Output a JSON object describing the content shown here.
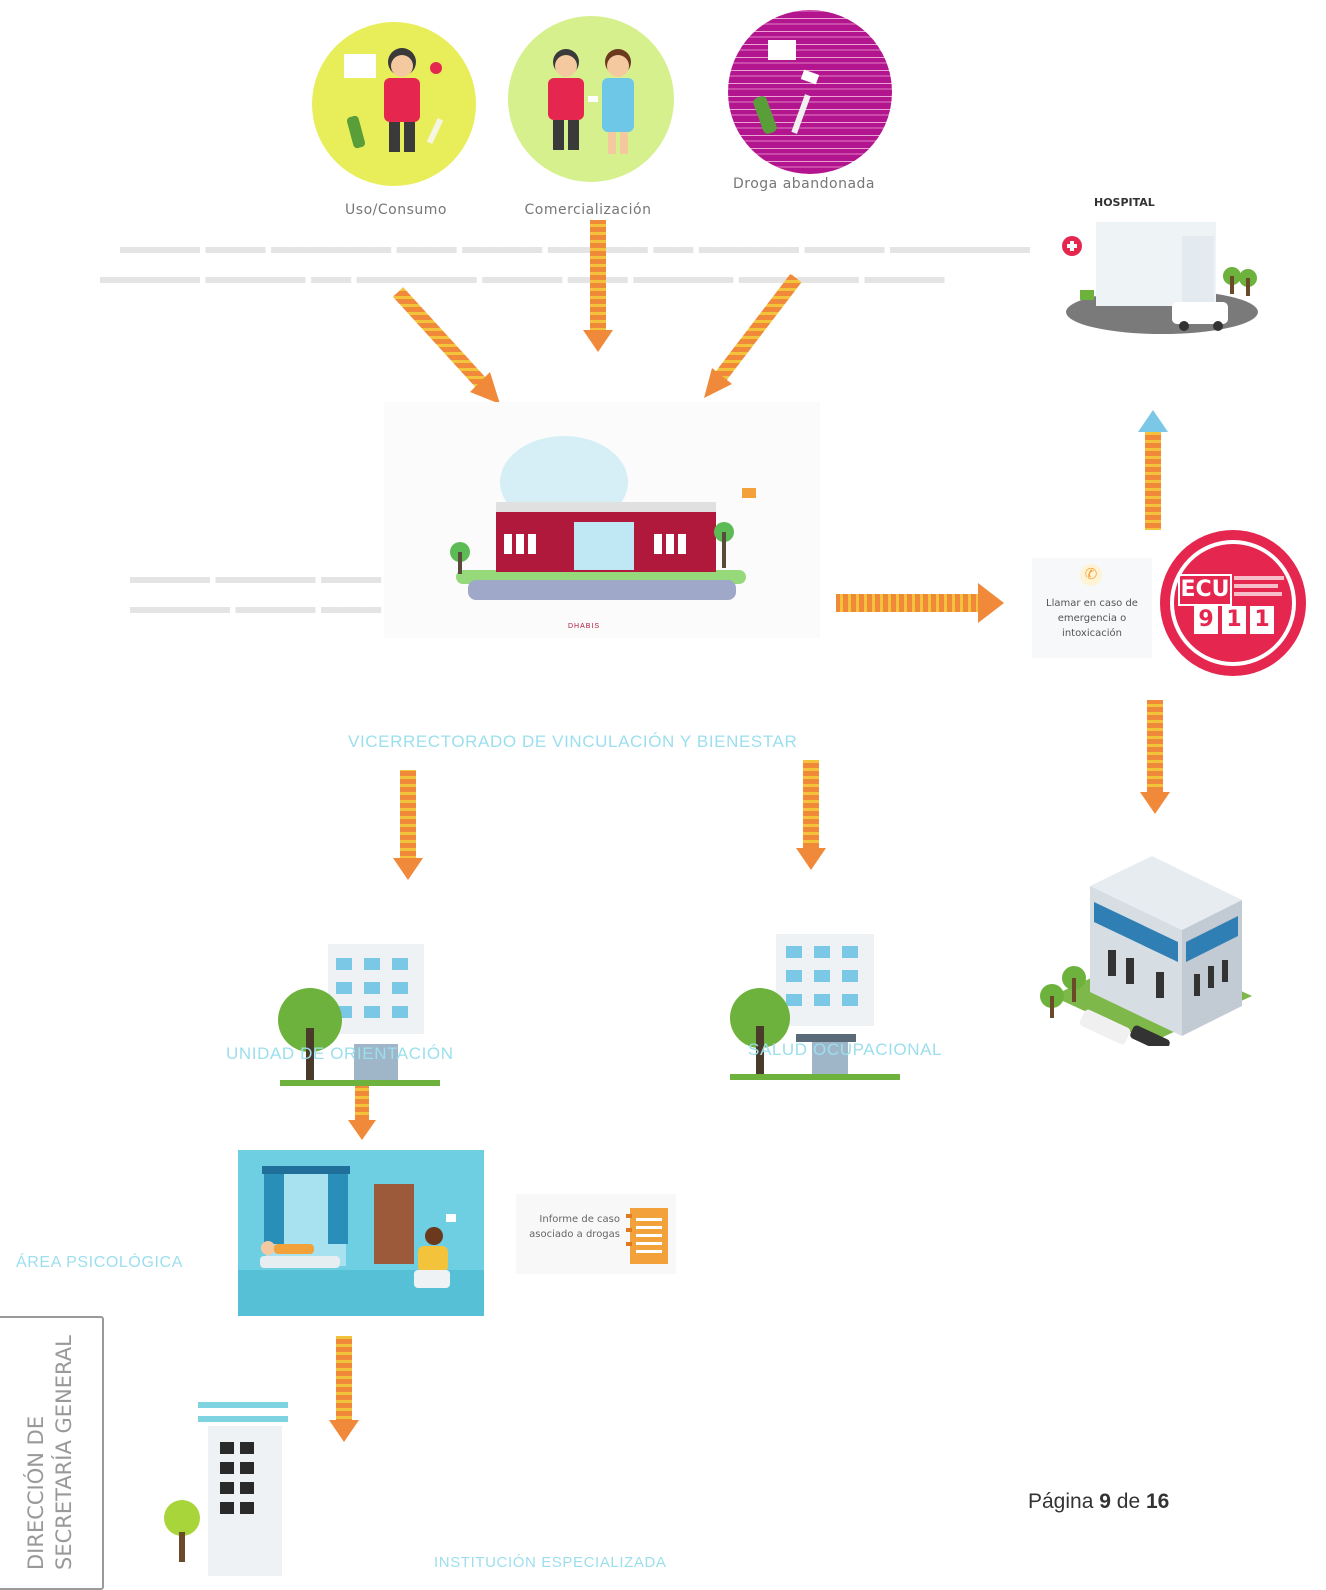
{
  "top_options": {
    "uso": "Uso/Consumo",
    "comercializacion": "Comercialización",
    "droga": "Droga abandonada"
  },
  "hospital": {
    "label": "HOSPITAL"
  },
  "building_sign": "DHABIS",
  "emergency": {
    "call_text": "Llamar en caso de emergencia o intoxicación",
    "ecu_label": "ECU",
    "number": [
      "9",
      "1",
      "1"
    ]
  },
  "vicerrectorado": "VICERRECTORADO DE VINCULACIÓN Y BIENESTAR",
  "unidad": "UNIDAD DE ORIENTACIÓN",
  "salud": "SALUD OCUPACIONAL",
  "area_psicologica": "ÁREA PSICOLÓGICA",
  "informe": "Informe de caso asociado a drogas",
  "institucion": "INSTITUCIÓN ESPECIALIZADA",
  "stamp": {
    "line1": "DIRECCIÓN DE",
    "line2": "SECRETARÍA GENERAL"
  },
  "footer": {
    "prefix": "Página",
    "current": "9",
    "middle": "de",
    "total": "16"
  },
  "colors": {
    "arrow_orange": "#f08a3a",
    "arrow_yellow": "#f3c43b",
    "cyan_text": "#9bdfee",
    "magenta": "#b3158f",
    "ecu_red": "#e5264f",
    "lime": "#e8ee5a",
    "mint": "#d6f08e"
  }
}
